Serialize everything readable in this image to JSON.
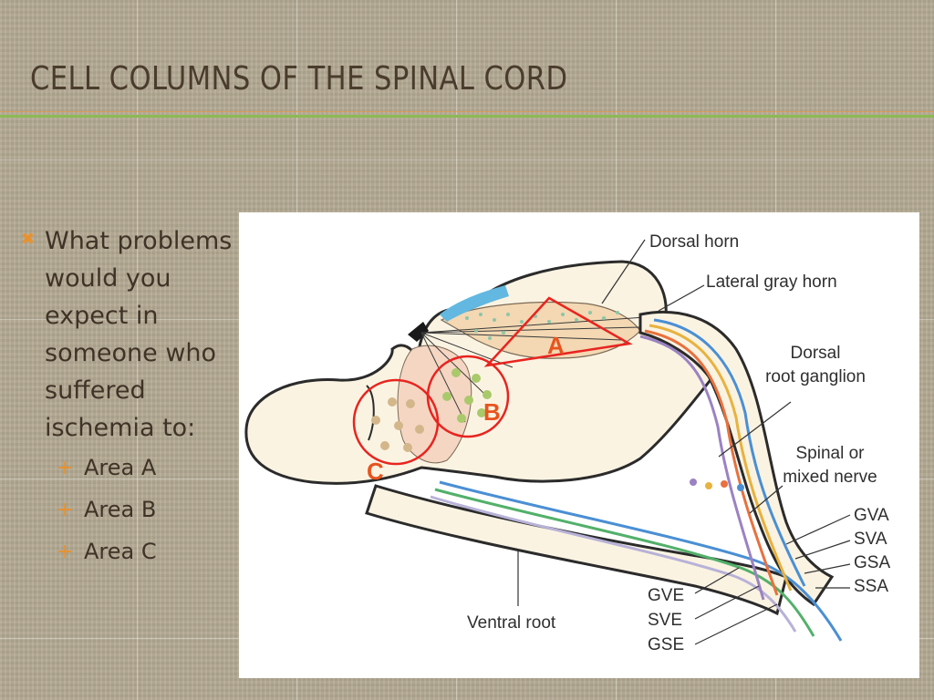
{
  "slide": {
    "title": "CELL COLUMNS OF THE SPINAL CORD",
    "question": "What problems would you expect in someone who suffered ischemia to:",
    "sub_bullets": [
      "Area A",
      "Area B",
      "Area C"
    ]
  },
  "diagram": {
    "labels": {
      "dorsal_horn": "Dorsal horn",
      "lateral_gray_horn": "Lateral gray horn",
      "dorsal_root_ganglion_1": "Dorsal",
      "dorsal_root_ganglion_2": "root ganglion",
      "spinal_nerve_1": "Spinal or",
      "spinal_nerve_2": "mixed nerve",
      "gva": "GVA",
      "sva": "SVA",
      "gsa": "GSA",
      "ssa": "SSA",
      "gve": "GVE",
      "sve": "SVE",
      "gse": "GSE",
      "ventral_root": "Ventral root"
    },
    "markers": {
      "a": "A",
      "b": "B",
      "c": "C"
    }
  },
  "colors": {
    "title": "#4a3c2c",
    "bullet": "#e8912e",
    "accent_green": "#8cba54",
    "marker_red": "#e8541e",
    "circle_red": "#e8241f"
  }
}
